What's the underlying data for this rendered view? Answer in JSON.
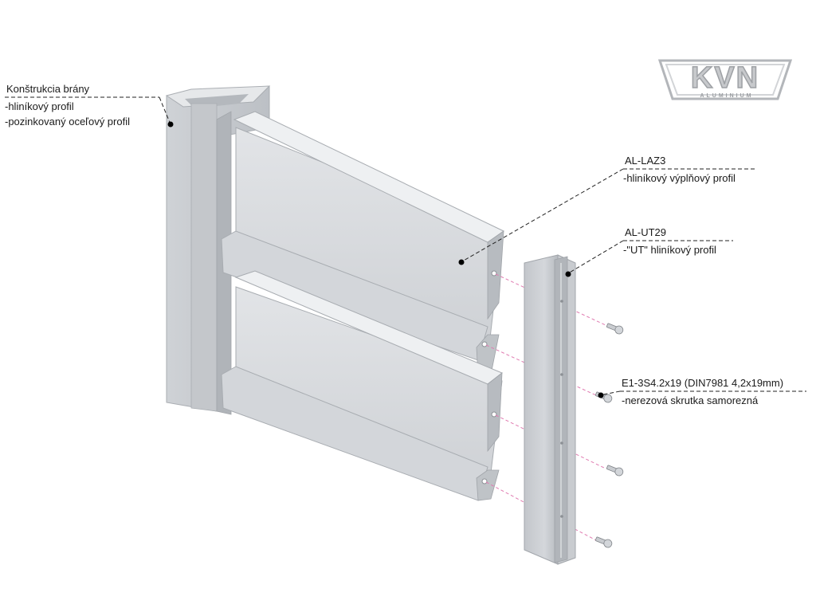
{
  "callouts": {
    "frame": {
      "title": "Konštrukcia brány",
      "lines": [
        "-hliníkový profil",
        "-pozinkovaný oceľový profil"
      ]
    },
    "laz3": {
      "title": "AL-LAZ3",
      "lines": [
        "-hliníkový výplňový profil"
      ]
    },
    "ut29": {
      "title": "AL-UT29",
      "lines": [
        "-\"UT\" hliníkový profil"
      ]
    },
    "screw": {
      "title": "E1-3S4.2x19 (DIN7981 4,2x19mm)",
      "lines": [
        "-nerezová skrutka samorezná"
      ]
    }
  },
  "logo": {
    "text": "KVN",
    "subtext": "ALUMINIUM"
  },
  "colors": {
    "aluminium_light": "#dfe1e4",
    "aluminium_mid": "#c9ccd0",
    "aluminium_dark": "#a7abb0",
    "leader": "#222222",
    "guide": "#e07ab0"
  },
  "icons": [
    "screw-icon"
  ]
}
